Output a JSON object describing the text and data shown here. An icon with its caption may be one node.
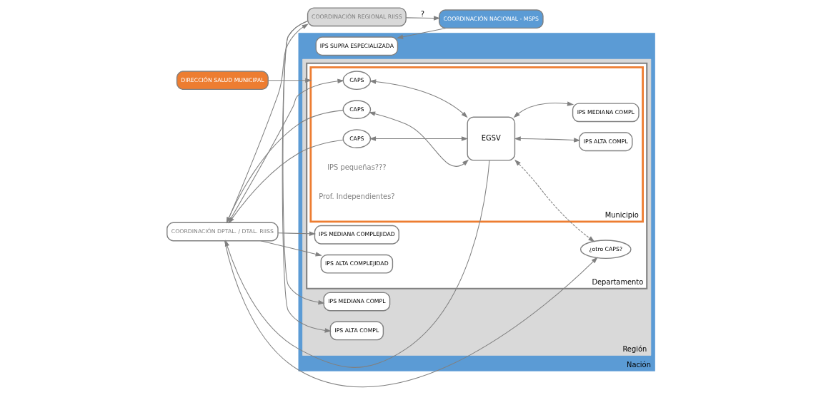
{
  "diagram": {
    "nodes": [
      {
        "text": [
          "Nación"
        ]
      },
      {
        "text": [
          "Región"
        ],
        "in": 0
      },
      {
        "text": [
          "Departamento"
        ],
        "in": 1
      },
      {
        "text": [
          "Municipio"
        ],
        "in": 2
      },
      {
        "text": [
          "CAPS"
        ],
        "in": 3
      },
      {
        "text": [
          "CAPS"
        ],
        "in": 3
      },
      {
        "text": [
          "CAPS"
        ],
        "in": 3
      },
      {
        "text": [
          "EGSV"
        ],
        "in": 3
      },
      {
        "text": [
          "IPS MEDIANA COMPL"
        ],
        "in": 3
      },
      {
        "text": [
          "IPS ALTA COMPL"
        ],
        "in": 3
      },
      {
        "text": [
          "¿otro CAPS?"
        ],
        "in": 2
      },
      {
        "text": [
          "IPS MEDIANA COMPLEJIDAD"
        ],
        "in": 2
      },
      {
        "text": [
          "IPS ALTA COMPLEJIDAD"
        ],
        "in": 2
      },
      {
        "text": [
          "IPS MEDIANA COMPL"
        ],
        "in": 1
      },
      {
        "text": [
          "IPS ALTA COMPL"
        ],
        "in": 1
      },
      {
        "text": [
          "IPS SUPRA ESPECIALIZADA"
        ],
        "in": 0
      },
      {
        "text": [
          "DIRECCIÓN SALUD MUNICIPAL"
        ]
      },
      {
        "text": [
          "COORDINACIÓN DPTAL. / DTAL. RIISS"
        ]
      },
      {
        "text": [
          "COORDINACIÓN REGIONAL RIISS"
        ]
      },
      {
        "text": [
          "COORDINACIÓN NACIONAL - MSPS"
        ]
      }
    ],
    "edges": [
      {
        "from": 7,
        "to": 4,
        "arrow": "both"
      },
      {
        "from": 7,
        "to": 5,
        "arrow": "both"
      },
      {
        "from": 7,
        "to": 6,
        "arrow": "both"
      },
      {
        "from": 7,
        "to": 8,
        "arrow": "both"
      },
      {
        "from": 7,
        "to": 9,
        "arrow": "both"
      },
      {
        "from": 7,
        "to": 2,
        "arrow": "both",
        "style": "dashed"
      },
      {
        "from": 17,
        "to": 4,
        "arrow": "to"
      },
      {
        "from": 5,
        "to": 17,
        "arrow": "to"
      },
      {
        "from": 6,
        "to": 17,
        "arrow": "to"
      },
      {
        "from": 7,
        "to": 17,
        "arrow": "to"
      },
      {
        "from": 17,
        "to": 10,
        "arrow": "to"
      },
      {
        "from": 17,
        "to": 11,
        "arrow": "to"
      },
      {
        "from": 17,
        "to": 12,
        "arrow": "to"
      },
      {
        "from": 16,
        "to": 3,
        "arrow": "to"
      },
      {
        "from": 17,
        "to": 18,
        "arrow": "to"
      },
      {
        "from": 18,
        "to": 13,
        "arrow": "to"
      },
      {
        "from": 18,
        "to": 14,
        "arrow": "to"
      },
      {
        "from": 18,
        "to": 19,
        "arrow": "to",
        "label": "?"
      },
      {
        "from": 19,
        "to": 15,
        "arrow": "to"
      }
    ],
    "labels": [
      "IPS pequeñas???",
      "Prof. Independientes?"
    ]
  }
}
